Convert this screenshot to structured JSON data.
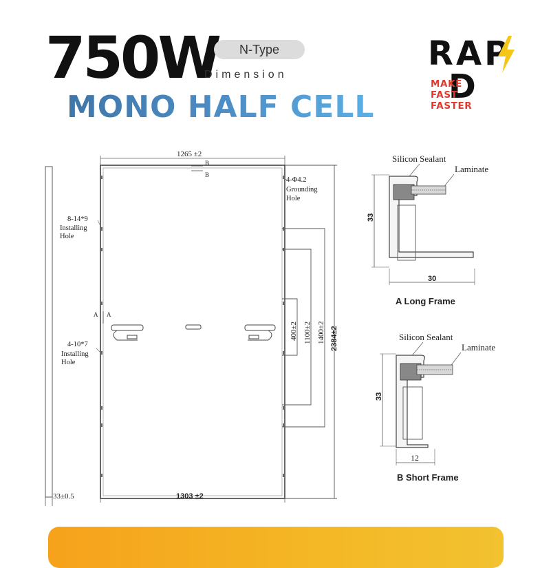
{
  "header": {
    "power": "750W",
    "type_badge": "N-Type",
    "dimension_label": "Dimension",
    "cell_type": "MONO HALF CELL"
  },
  "logo": {
    "word": "RAP",
    "word_end": "D",
    "tagline": "MAKE FAST FASTER"
  },
  "drawing": {
    "panel_width": "1265 ±2",
    "panel_width_bottom": "1303 ±2",
    "frame_depth": "33±0.5",
    "section_b": "B",
    "section_a": "A",
    "grounding_hole": [
      "4-Φ4.2",
      "Grounding",
      "Hole"
    ],
    "installing_hole_top": [
      "8-14*9",
      "Installing",
      "Hole"
    ],
    "installing_hole_bottom": [
      "4-10*7",
      "Installing",
      "Hole"
    ],
    "dim_400": "400±2",
    "dim_1100": "1100±2",
    "dim_1400": "1400±2",
    "dim_2384": "2384±2"
  },
  "long_frame": {
    "sealant": "Silicon Sealant",
    "laminate": "Laminate",
    "height": "33",
    "width": "30",
    "caption": "A Long Frame"
  },
  "short_frame": {
    "sealant": "Silicon Sealant",
    "laminate": "Laminate",
    "height": "33",
    "width": "12",
    "caption": "B Short Frame"
  },
  "colors": {
    "accent_blue": "#4f8fc7",
    "brand_red": "#e03a2e",
    "bolt_yellow": "#f5c518",
    "bar_orange": "#f6a21c"
  }
}
